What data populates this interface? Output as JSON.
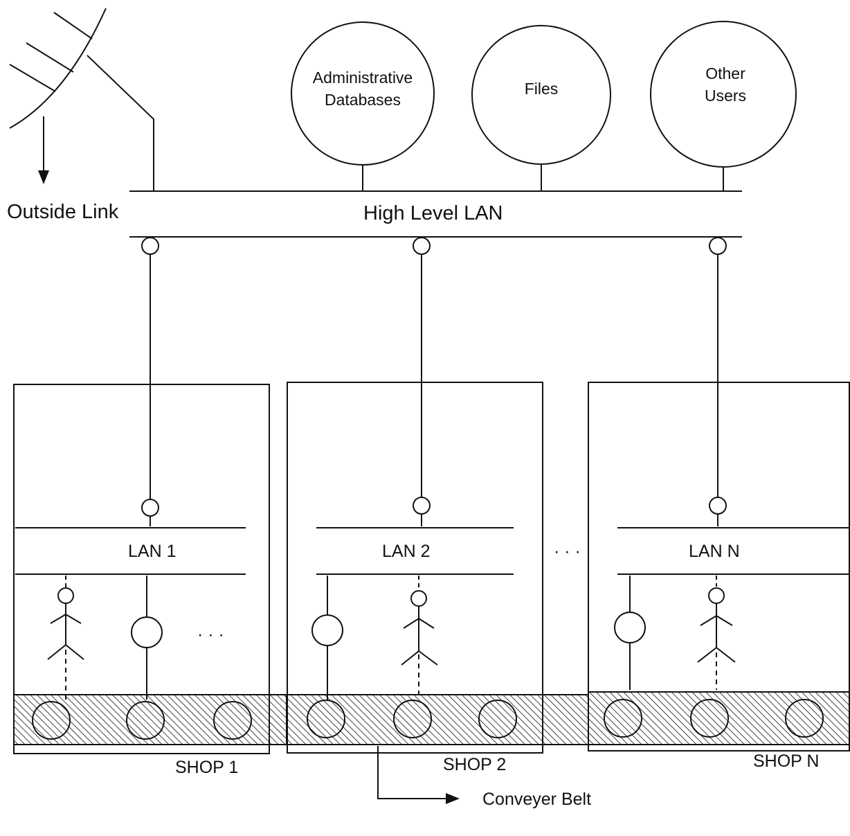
{
  "diagram": {
    "outside_link_label": "Outside Link",
    "high_level_lan_label": "High Level LAN",
    "servers": [
      {
        "line1": "Administrative",
        "line2": "Databases"
      },
      {
        "line1": "Files",
        "line2": ""
      },
      {
        "line1": "Other",
        "line2": "Users"
      }
    ],
    "shops": [
      {
        "lan_label": "LAN 1",
        "shop_label": "SHOP 1"
      },
      {
        "lan_label": "LAN 2",
        "shop_label": "SHOP 2"
      },
      {
        "lan_label": "LAN N",
        "shop_label": "SHOP N"
      }
    ],
    "ellipsis": "· · ·",
    "conveyer_belt_label": "Conveyer Belt",
    "colors": {
      "line": "#111111",
      "background": "#ffffff"
    }
  }
}
